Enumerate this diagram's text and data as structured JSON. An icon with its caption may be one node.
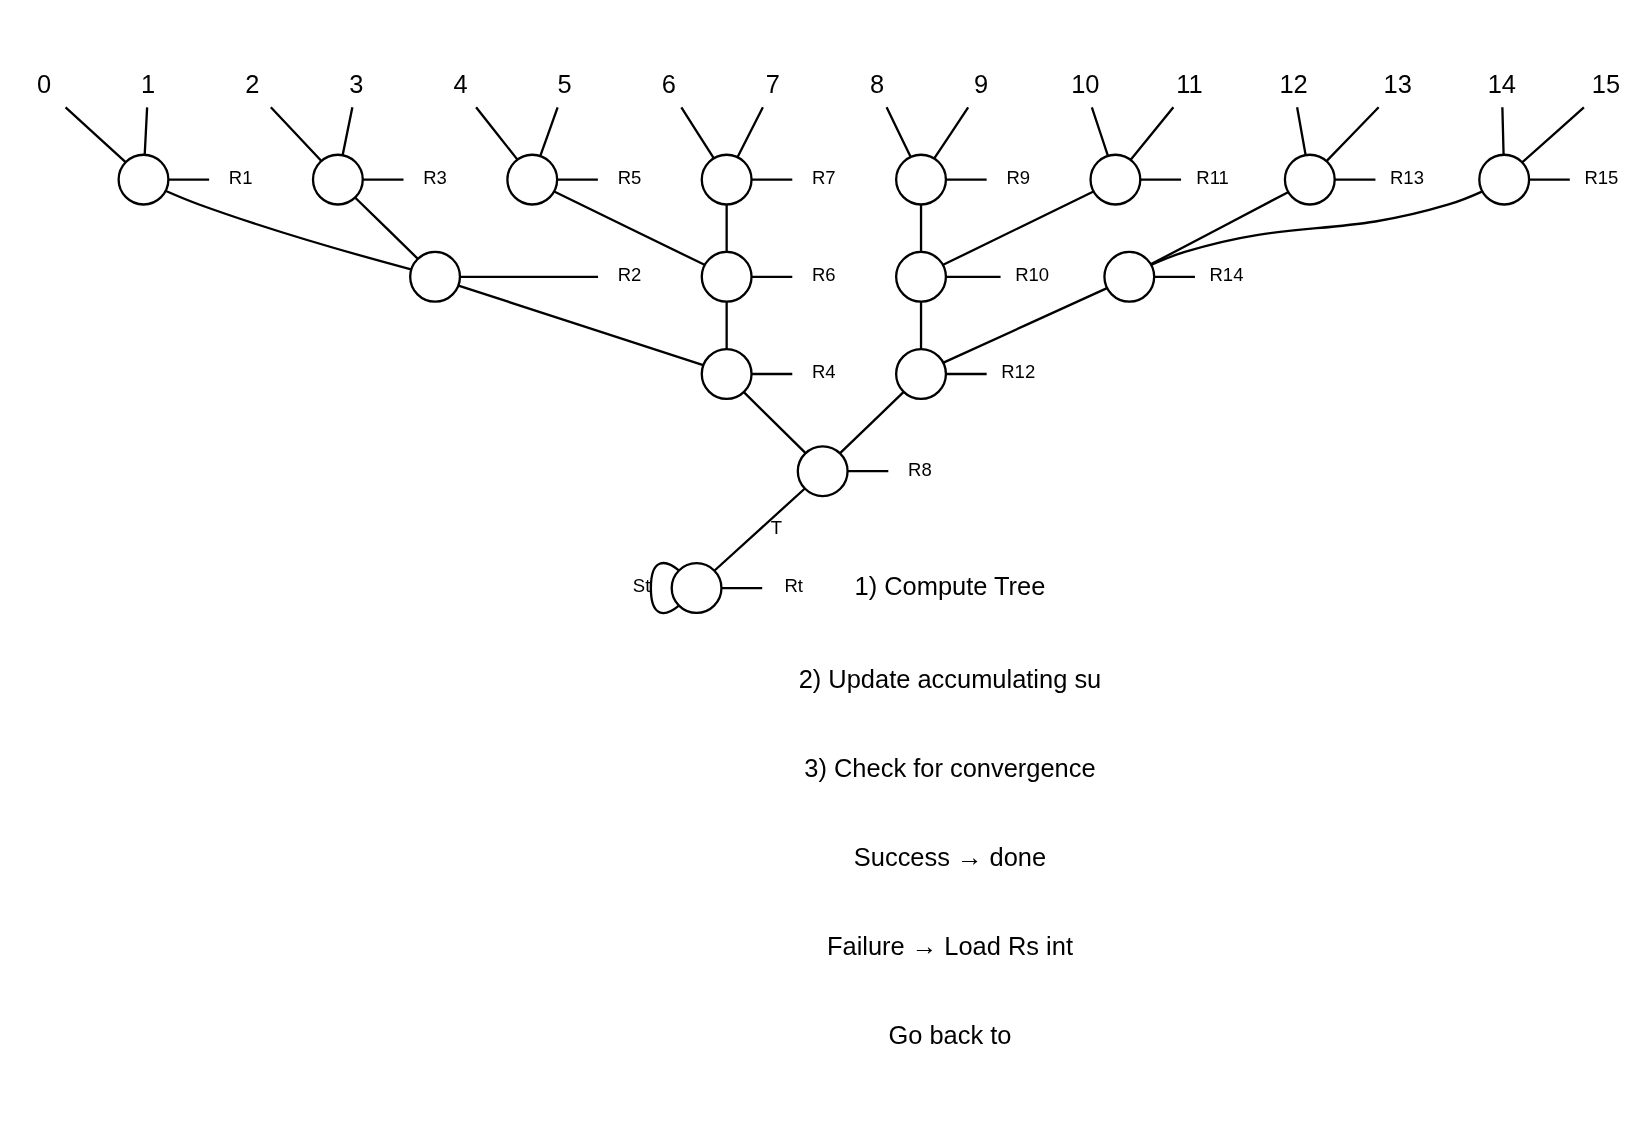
{
  "diagram": {
    "nodes": [
      {
        "text": [
          "0"
        ]
      },
      {
        "text": [
          "1"
        ]
      },
      {
        "text": [
          "2"
        ]
      },
      {
        "text": [
          "3"
        ]
      },
      {
        "text": [
          "4"
        ]
      },
      {
        "text": [
          "5"
        ]
      },
      {
        "text": [
          "6"
        ]
      },
      {
        "text": [
          "7"
        ]
      },
      {
        "text": [
          "8"
        ]
      },
      {
        "text": [
          "9"
        ]
      },
      {
        "text": [
          "10"
        ]
      },
      {
        "text": [
          "11"
        ]
      },
      {
        "text": [
          "12"
        ]
      },
      {
        "text": [
          "13"
        ]
      },
      {
        "text": [
          "14"
        ]
      },
      {
        "text": [
          "15"
        ]
      },
      {
        "text": [],
        "shape": "circle"
      },
      {
        "text": [],
        "shape": "circle"
      },
      {
        "text": [],
        "shape": "circle"
      },
      {
        "text": [],
        "shape": "circle"
      },
      {
        "text": [],
        "shape": "circle"
      },
      {
        "text": [],
        "shape": "circle"
      },
      {
        "text": [],
        "shape": "circle"
      },
      {
        "text": [],
        "shape": "circle"
      },
      {
        "text": [],
        "shape": "circle"
      },
      {
        "text": [],
        "shape": "circle"
      },
      {
        "text": [],
        "shape": "circle"
      },
      {
        "text": [],
        "shape": "circle"
      },
      {
        "text": [],
        "shape": "circle"
      },
      {
        "text": [],
        "shape": "circle"
      },
      {
        "text": [],
        "shape": "circle"
      },
      {
        "text": [],
        "shape": "circle"
      },
      {
        "text": [
          "R1"
        ]
      },
      {
        "text": [
          "R3"
        ]
      },
      {
        "text": [
          "R5"
        ]
      },
      {
        "text": [
          "R7"
        ]
      },
      {
        "text": [
          "R9"
        ]
      },
      {
        "text": [
          "R11"
        ]
      },
      {
        "text": [
          "R13"
        ]
      },
      {
        "text": [
          "R15"
        ]
      },
      {
        "text": [
          "R2"
        ]
      },
      {
        "text": [
          "R6"
        ]
      },
      {
        "text": [
          "R10"
        ]
      },
      {
        "text": [
          "R14"
        ]
      },
      {
        "text": [
          "R4"
        ]
      },
      {
        "text": [
          "R12"
        ]
      },
      {
        "text": [
          "R8"
        ]
      },
      {
        "text": [
          "Rt"
        ]
      }
    ],
    "edges": [
      {
        "from": 0,
        "to": 16,
        "arrow": "none"
      },
      {
        "from": 1,
        "to": 16,
        "arrow": "none"
      },
      {
        "from": 2,
        "to": 17,
        "arrow": "none"
      },
      {
        "from": 3,
        "to": 17,
        "arrow": "none"
      },
      {
        "from": 4,
        "to": 18,
        "arrow": "none"
      },
      {
        "from": 5,
        "to": 18,
        "arrow": "none"
      },
      {
        "from": 6,
        "to": 19,
        "arrow": "none"
      },
      {
        "from": 7,
        "to": 19,
        "arrow": "none"
      },
      {
        "from": 8,
        "to": 20,
        "arrow": "none"
      },
      {
        "from": 9,
        "to": 20,
        "arrow": "none"
      },
      {
        "from": 10,
        "to": 21,
        "arrow": "none"
      },
      {
        "from": 11,
        "to": 21,
        "arrow": "none"
      },
      {
        "from": 12,
        "to": 22,
        "arrow": "none"
      },
      {
        "from": 13,
        "to": 22,
        "arrow": "none"
      },
      {
        "from": 14,
        "to": 23,
        "arrow": "none"
      },
      {
        "from": 15,
        "to": 23,
        "arrow": "none"
      },
      {
        "from": 16,
        "to": 24,
        "arrow": "none"
      },
      {
        "from": 17,
        "to": 24,
        "arrow": "none"
      },
      {
        "from": 18,
        "to": 25,
        "arrow": "none"
      },
      {
        "from": 19,
        "to": 25,
        "arrow": "none"
      },
      {
        "from": 20,
        "to": 26,
        "arrow": "none"
      },
      {
        "from": 21,
        "to": 26,
        "arrow": "none"
      },
      {
        "from": 22,
        "to": 27,
        "arrow": "none"
      },
      {
        "from": 23,
        "to": 27,
        "arrow": "none"
      },
      {
        "from": 24,
        "to": 28,
        "arrow": "none"
      },
      {
        "from": 25,
        "to": 28,
        "arrow": "none"
      },
      {
        "from": 26,
        "to": 29,
        "arrow": "none"
      },
      {
        "from": 27,
        "to": 29,
        "arrow": "none"
      },
      {
        "from": 28,
        "to": 30,
        "arrow": "none"
      },
      {
        "from": 29,
        "to": 30,
        "arrow": "none"
      },
      {
        "from": 30,
        "to": 31,
        "arrow": "none",
        "label": "T"
      },
      {
        "from": 31,
        "to": 31,
        "arrow": "none",
        "label": "St"
      },
      {
        "from": 32,
        "to": 16,
        "arrow": "none"
      },
      {
        "from": 33,
        "to": 17,
        "arrow": "none"
      },
      {
        "from": 34,
        "to": 18,
        "arrow": "none"
      },
      {
        "from": 35,
        "to": 19,
        "arrow": "none"
      },
      {
        "from": 36,
        "to": 20,
        "arrow": "none"
      },
      {
        "from": 37,
        "to": 21,
        "arrow": "none"
      },
      {
        "from": 38,
        "to": 22,
        "arrow": "none"
      },
      {
        "from": 39,
        "to": 23,
        "arrow": "none"
      },
      {
        "from": 40,
        "to": 24,
        "arrow": "none"
      },
      {
        "from": 41,
        "to": 25,
        "arrow": "none"
      },
      {
        "from": 42,
        "to": 26,
        "arrow": "none"
      },
      {
        "from": 43,
        "to": 27,
        "arrow": "none"
      },
      {
        "from": 44,
        "to": 28,
        "arrow": "none"
      },
      {
        "from": 45,
        "to": 29,
        "arrow": "none"
      },
      {
        "from": 46,
        "to": 30,
        "arrow": "none"
      },
      {
        "from": 47,
        "to": 31,
        "arrow": "none"
      }
    ],
    "labels": [
      "1) Compute Tree",
      "2) Update accumulating su",
      "3) Check for convergence",
      "Success → done",
      "Failure → Load Rs int",
      "Go back to"
    ]
  }
}
